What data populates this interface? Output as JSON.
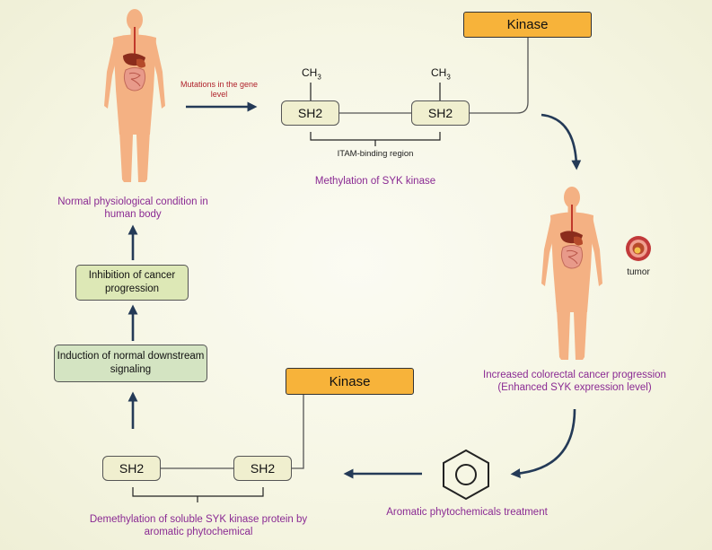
{
  "labels": {
    "mutations": "Mutations in the gene level",
    "methylation": "Methylation of SYK kinase",
    "itam": "ITAM-binding region",
    "normal_condition": "Normal physiological condition in human body",
    "increased_cancer": "Increased colorectal cancer progression (Enhanced SYK expression level)",
    "aromatic_treatment": "Aromatic phytochemicals treatment",
    "demethylation": "Demethylation of soluble SYK kinase protein by aromatic phytochemical",
    "tumor": "tumor"
  },
  "boxes": {
    "kinase_top": "Kinase",
    "kinase_bottom": "Kinase",
    "sh2_top_left": "SH2",
    "sh2_top_right": "SH2",
    "sh2_bottom_left": "SH2",
    "sh2_bottom_right": "SH2",
    "inhibition": "Inhibition of cancer progression",
    "induction": "Induction of normal downstream signaling"
  },
  "ch3": {
    "base": "CH",
    "sub": "3"
  },
  "colors": {
    "arrow": "#243a57",
    "skin": "#f4b183",
    "purple_text": "#8a2a93",
    "red_text": "#b0222c",
    "kinase_fill": "#f7b33a"
  }
}
